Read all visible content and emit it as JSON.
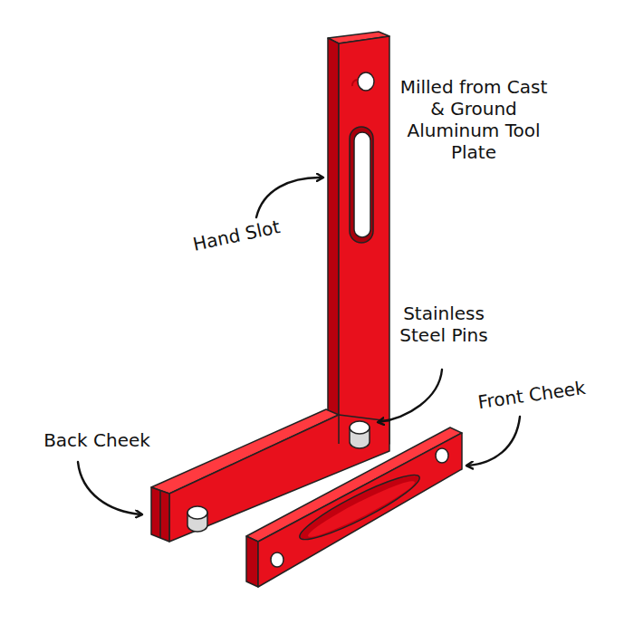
{
  "diagram": {
    "labels": [
      "Milled from Cast & Ground Aluminum Tool Plate",
      "Hand Slot",
      "Stainless Steel Pins",
      "Front Cheek",
      "Back Cheek"
    ]
  }
}
